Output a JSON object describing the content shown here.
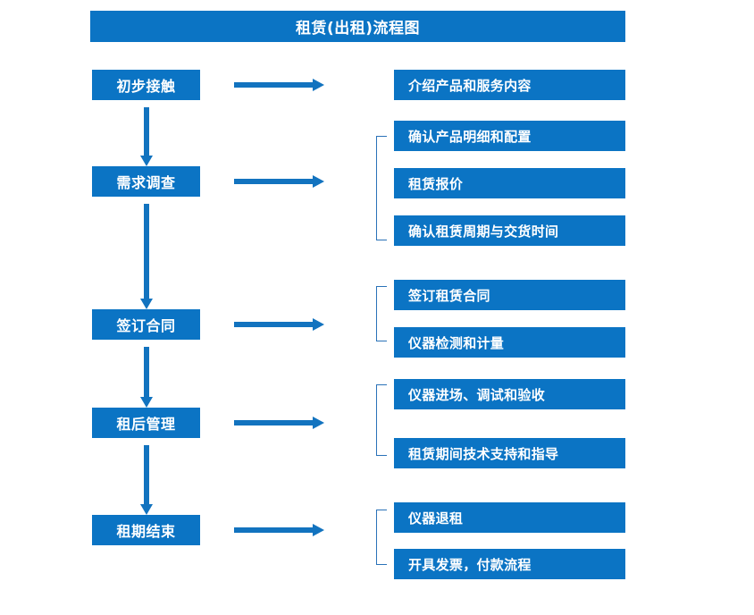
{
  "diagram": {
    "title": "租赁(出租)流程图",
    "type": "flowchart",
    "accent_color": "#0b74c4",
    "arrow_color": "#1273bf",
    "bracket_color": "#2a72b8",
    "text_color": "#ffffff",
    "background_color": "#ffffff",
    "stages": [
      {
        "id": "stage-1",
        "label": "初步接触",
        "details": [
          "介绍产品和服务内容"
        ],
        "grouped": false
      },
      {
        "id": "stage-2",
        "label": "需求调查",
        "details": [
          "确认产品明细和配置",
          "租赁报价",
          "确认租赁周期与交货时间"
        ],
        "grouped": true
      },
      {
        "id": "stage-3",
        "label": "签订合同",
        "details": [
          "签订租赁合同",
          "仪器检测和计量"
        ],
        "grouped": true
      },
      {
        "id": "stage-4",
        "label": "租后管理",
        "details": [
          "仪器进场、调试和验收",
          "租赁期间技术支持和指导"
        ],
        "grouped": true
      },
      {
        "id": "stage-5",
        "label": "租期结束",
        "details": [
          "仪器退租",
          "开具发票，付款流程"
        ],
        "grouped": true
      }
    ],
    "detail_boxes": [
      "介绍产品和服务内容",
      "确认产品明细和配置",
      "租赁报价",
      "确认租赁周期与交货时间",
      "签订租赁合同",
      "仪器检测和计量",
      "仪器进场、调试和验收",
      "租赁期间技术支持和指导",
      "仪器退租",
      "开具发票，付款流程"
    ]
  }
}
